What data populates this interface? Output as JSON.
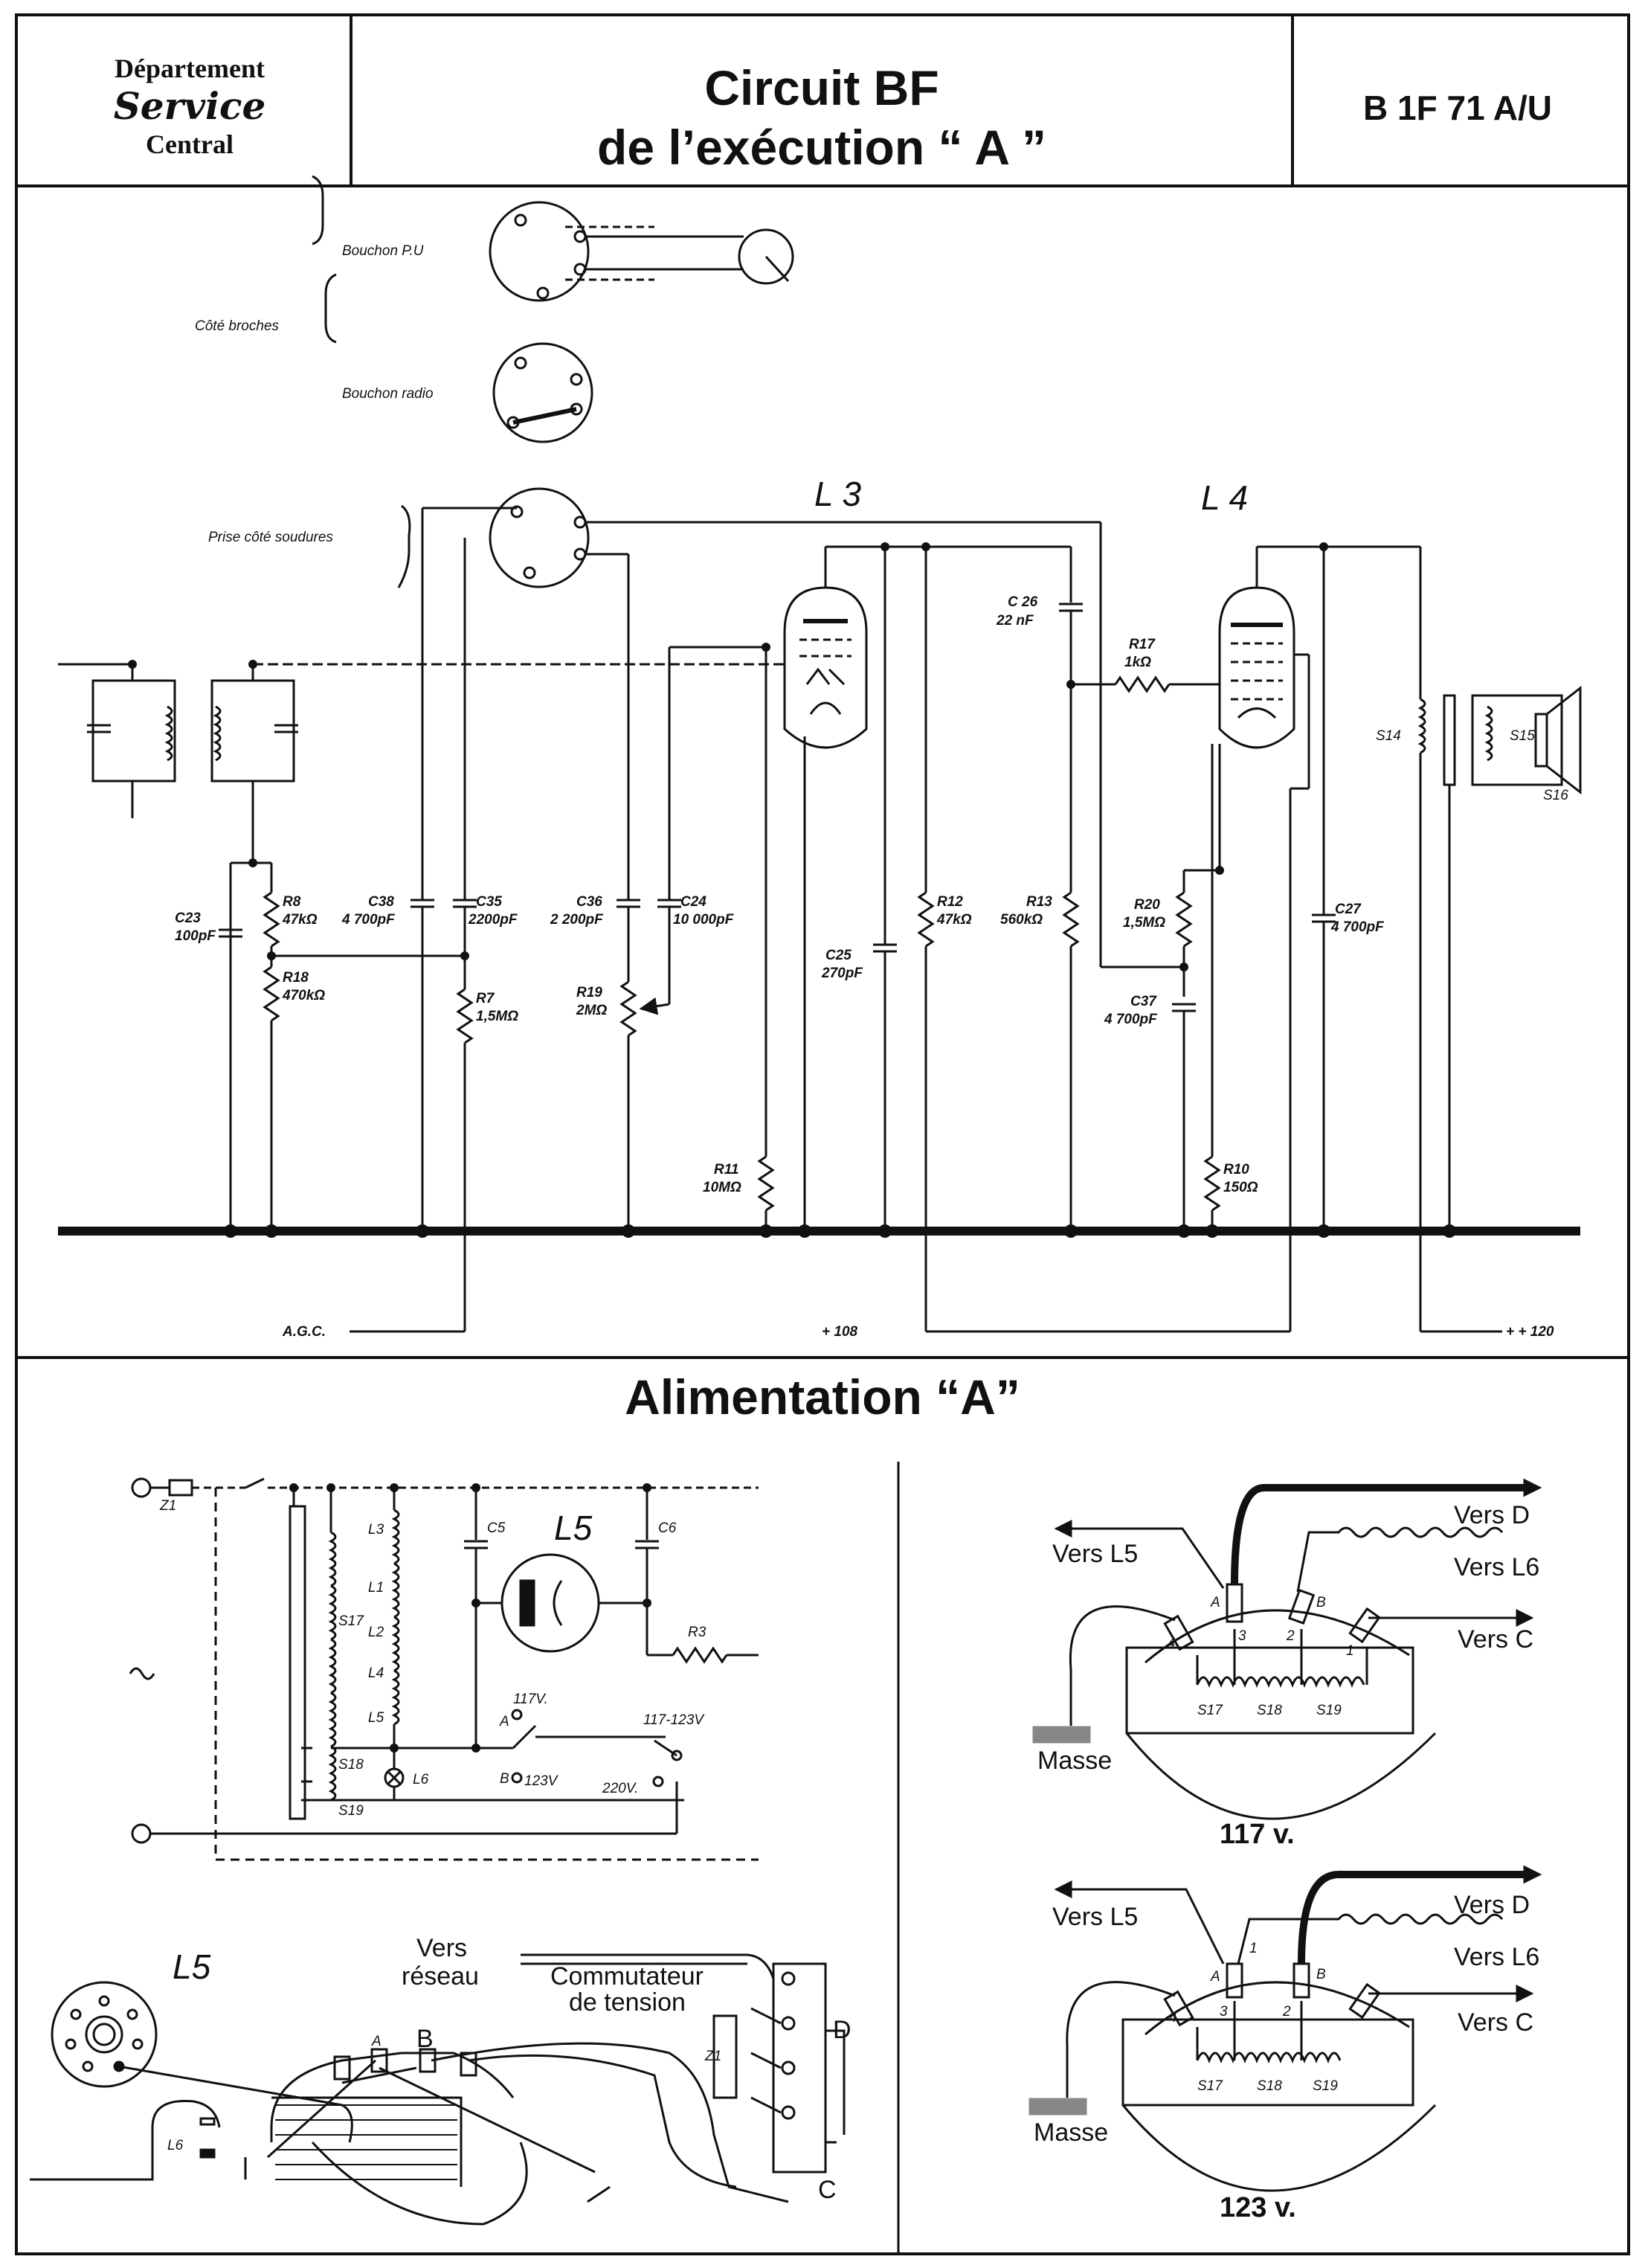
{
  "header": {
    "dept_line1": "Département",
    "dept_line2": "Service",
    "dept_line3": "Central",
    "title_line1": "Circuit BF",
    "title_line2": "de l’exécution “ A ”",
    "reference": "B 1F 71 A/U"
  },
  "bf_circuit": {
    "tube_l3": "L 3",
    "tube_l4": "L 4",
    "side_pins": "Côté broches",
    "plug_pu": "Bouchon P.U",
    "plug_radio": "Bouchon radio",
    "socket_solder": "Prise côté soudures",
    "agc": "A.G.C.",
    "plus108": "+ 108",
    "plus120": "+ + 120",
    "s14": "S14",
    "s15": "S15",
    "s16": "S16",
    "components": {
      "r8": "R8",
      "r8v": "47kΩ",
      "r18": "R18",
      "r18v": "470kΩ",
      "c23": "C23",
      "c23v": "100pF",
      "c38": "C38",
      "c38v": "4 700pF",
      "c35": "C35",
      "c35v": "2200pF",
      "r7": "R7",
      "r7v": "1,5MΩ",
      "c36": "C36",
      "c36v": "2 200pF",
      "c24": "C24",
      "c24v": "10 000pF",
      "r19": "R19",
      "r19v": "2MΩ",
      "r11": "R11",
      "r11v": "10MΩ",
      "c25": "C25",
      "c25v": "270pF",
      "r12": "R12",
      "r12v": "47kΩ",
      "r13": "R13",
      "r13v": "560kΩ",
      "c26": "C 26",
      "c26v": "22 nF",
      "r17": "R17",
      "r17v": "1kΩ",
      "r20": "R20",
      "r20v": "1,5MΩ",
      "c37": "C37",
      "c37v": "4 700pF",
      "r10": "R10",
      "r10v": "150Ω",
      "c27": "C27",
      "c27v": "4 700pF"
    }
  },
  "alimentation": {
    "title": "Alimentation “A”",
    "z1": "Z1",
    "l3": "L3",
    "l1": "L1",
    "l2": "L2",
    "l4": "L4",
    "l5": "L5",
    "c5": "C5",
    "c6": "C6",
    "r3": "R3",
    "s17": "S17",
    "s18": "S18",
    "s19": "S19",
    "l6": "L6",
    "tap117": "117V.",
    "tap123": "123V",
    "tap117_123": "117-123V",
    "tap220": "220V.",
    "sw_a": "A",
    "sw_b": "B",
    "tube_l5": "L5"
  },
  "wiring": {
    "l5": "L5",
    "l6": "L6",
    "vers": "Vers",
    "reseau": "réseau",
    "commutateur": "Commutateur",
    "de_tension": "de tension",
    "z1": "Z1",
    "a": "A",
    "b": "B",
    "c": "C",
    "d": "D"
  },
  "switch_117": {
    "vers_l5": "Vers L5",
    "vers_d": "Vers D",
    "vers_l6": "Vers L6",
    "vers_c": "Vers C",
    "masse": "Masse",
    "a": "A",
    "b": "B",
    "n1": "1",
    "n2": "2",
    "n3": "3",
    "n4": "4",
    "s17": "S17",
    "s18": "S18",
    "s19": "S19",
    "caption": "117 v."
  },
  "switch_123": {
    "vers_l5": "Vers L5",
    "vers_d": "Vers D",
    "vers_l6": "Vers L6",
    "vers_c": "Vers C",
    "masse": "Masse",
    "a": "A",
    "b": "B",
    "n1": "1",
    "n2": "2",
    "n3": "3",
    "n4": "4",
    "s17": "S17",
    "s18": "S18",
    "s19": "S19",
    "caption": "123 v."
  }
}
